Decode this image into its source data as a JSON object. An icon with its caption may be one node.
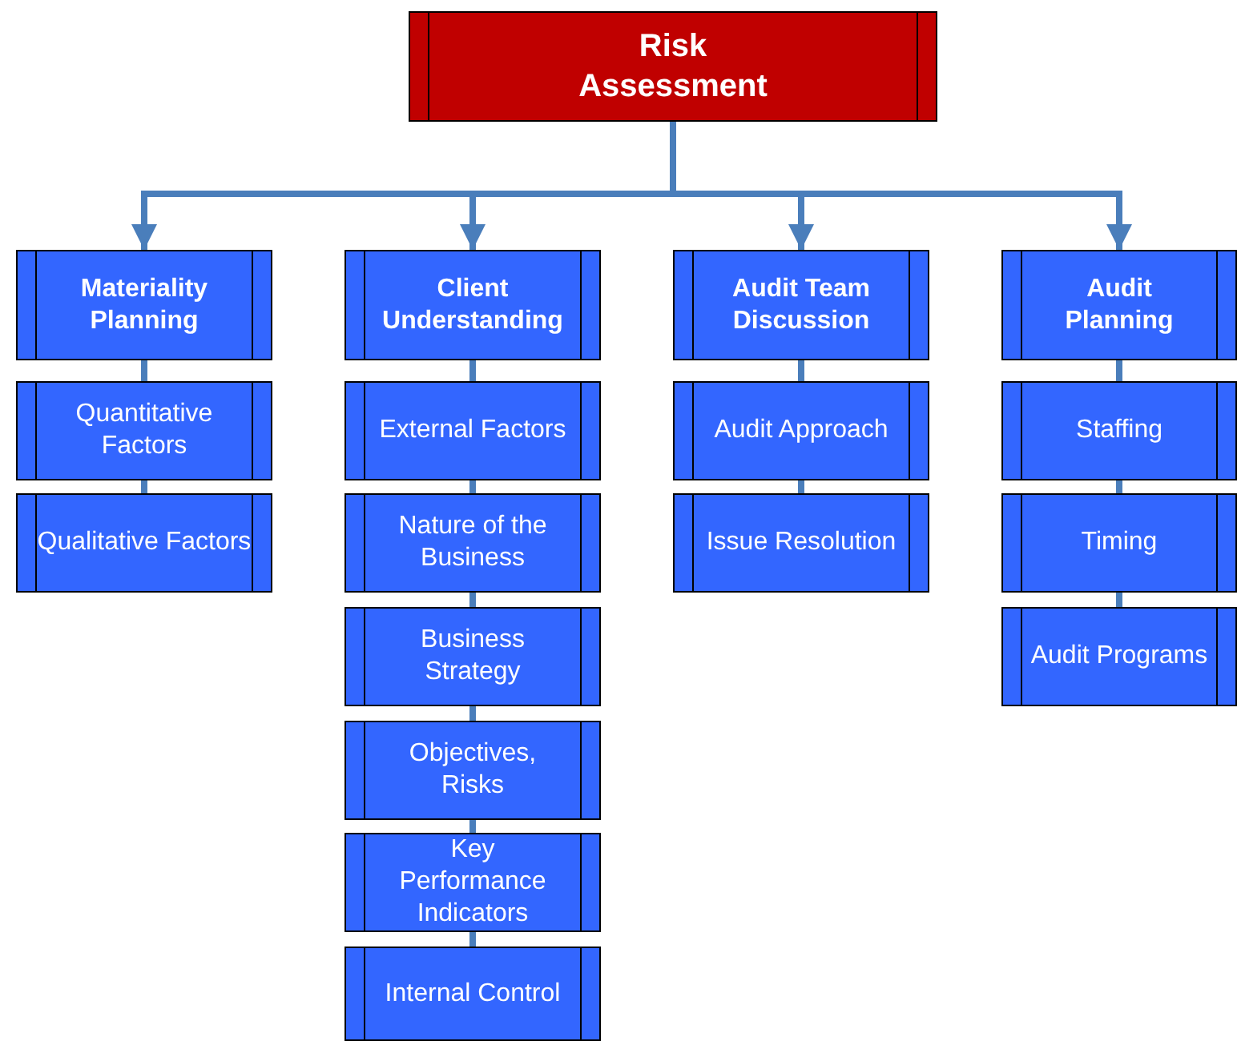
{
  "diagram": {
    "nodes": [
      {
        "text": [
          "Risk Assessment"
        ]
      },
      {
        "text": [
          "Materiality Planning"
        ]
      },
      {
        "text": [
          "Client Understanding"
        ]
      },
      {
        "text": [
          "Audit Team Discussion"
        ]
      },
      {
        "text": [
          "Audit Planning"
        ]
      },
      {
        "text": [
          "Quantitative Factors"
        ]
      },
      {
        "text": [
          "Qualitative Factors"
        ]
      },
      {
        "text": [
          "External Factors"
        ]
      },
      {
        "text": [
          "Nature of the Business"
        ]
      },
      {
        "text": [
          "Business Strategy"
        ]
      },
      {
        "text": [
          "Objectives, Risks"
        ]
      },
      {
        "text": [
          "Key Performance Indicators"
        ]
      },
      {
        "text": [
          "Internal Control"
        ]
      },
      {
        "text": [
          "Audit Approach"
        ]
      },
      {
        "text": [
          "Issue Resolution"
        ]
      },
      {
        "text": [
          "Staffing"
        ]
      },
      {
        "text": [
          "Timing"
        ]
      },
      {
        "text": [
          "Audit Programs"
        ]
      }
    ],
    "edges": [
      {
        "from": 0,
        "to": 1,
        "arrow": "to"
      },
      {
        "from": 0,
        "to": 2,
        "arrow": "to"
      },
      {
        "from": 0,
        "to": 3,
        "arrow": "to"
      },
      {
        "from": 0,
        "to": 4,
        "arrow": "to"
      },
      {
        "from": 1,
        "to": 5,
        "arrow": "none"
      },
      {
        "from": 5,
        "to": 6,
        "arrow": "none"
      },
      {
        "from": 2,
        "to": 7,
        "arrow": "none"
      },
      {
        "from": 7,
        "to": 8,
        "arrow": "none"
      },
      {
        "from": 8,
        "to": 9,
        "arrow": "none"
      },
      {
        "from": 9,
        "to": 10,
        "arrow": "none"
      },
      {
        "from": 10,
        "to": 11,
        "arrow": "none"
      },
      {
        "from": 11,
        "to": 12,
        "arrow": "none"
      },
      {
        "from": 3,
        "to": 13,
        "arrow": "none"
      },
      {
        "from": 13,
        "to": 14,
        "arrow": "none"
      },
      {
        "from": 4,
        "to": 15,
        "arrow": "none"
      },
      {
        "from": 15,
        "to": 16,
        "arrow": "none"
      },
      {
        "from": 16,
        "to": 17,
        "arrow": "none"
      }
    ]
  }
}
